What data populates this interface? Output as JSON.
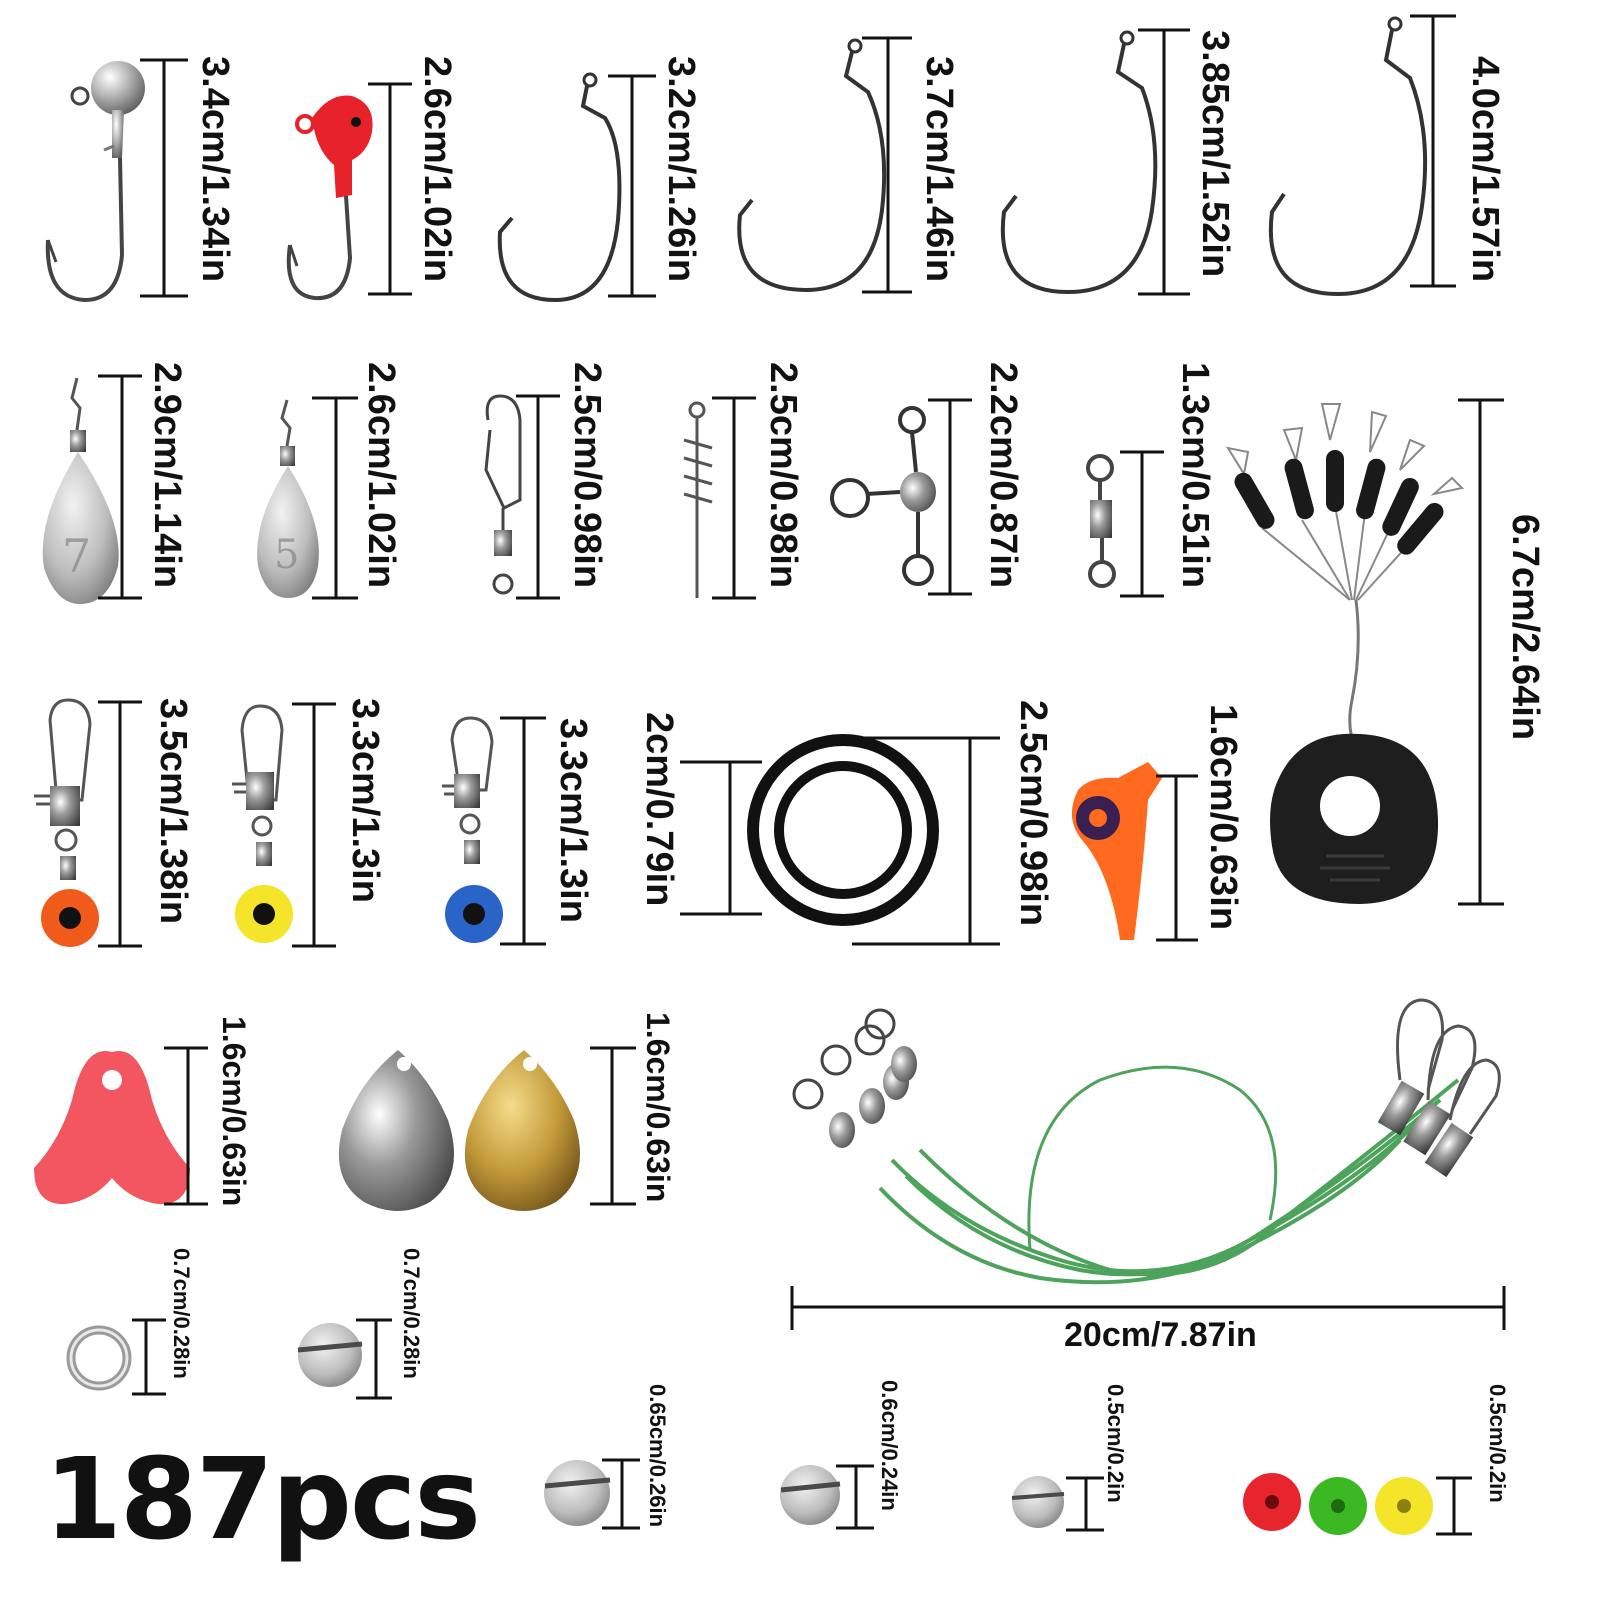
{
  "measurements": {
    "jig_head_silver": "3.4cm/1.34in",
    "jig_head_red": "2.6cm/1.02in",
    "offset_hook_1": "3.2cm/1.26in",
    "offset_hook_2": "3.7cm/1.46in",
    "offset_hook_3": "3.85cm/1.52in",
    "offset_hook_4": "4.0cm/1.57in",
    "sinker_7": "2.9cm/1.14in",
    "sinker_5": "2.6cm/1.02in",
    "snap_swivel": "2.5cm/0.98in",
    "spring_lock": "2.5cm/0.98in",
    "three_way_swivel": "2.2cm/0.87in",
    "barrel_swivel": "1.3cm/0.51in",
    "float_stopper": "6.7cm/2.64in",
    "snap_bead_orange": "3.5cm/1.38in",
    "snap_bead_yellow": "3.3cm/1.3in",
    "snap_bead_blue": "3.3cm/1.3in",
    "ring_small": "2cm/0.79in",
    "ring_large": "2.5cm/0.98in",
    "bobber": "1.6cm/0.63in",
    "red_blade": "1.6cm/0.63in",
    "spinner_blades": "1.6cm/0.63in",
    "wire_leader": "20cm/7.87in",
    "split_ring": "0.7cm/0.28in",
    "split_shot_1": "0.7cm/0.28in",
    "split_shot_2": "0.65cm/0.26in",
    "split_shot_3": "0.6cm/0.24in",
    "split_shot_4": "0.5cm/0.2in",
    "beads": "0.5cm/0.2in"
  },
  "count_label": "187pcs",
  "sinker_numbers": [
    "7",
    "5"
  ],
  "colors": {
    "jig_red": "#e8222a",
    "bead_orange": "#f05a1a",
    "bead_yellow": "#f4e42a",
    "bead_blue": "#2a64c8",
    "bead_red": "#e8242c",
    "bead_green": "#3cb822",
    "leader_green": "#3a9a4a",
    "blade_red": "#f04450",
    "blade_gold": "#b8902e",
    "bobber_orange": "#ff6a1e"
  }
}
